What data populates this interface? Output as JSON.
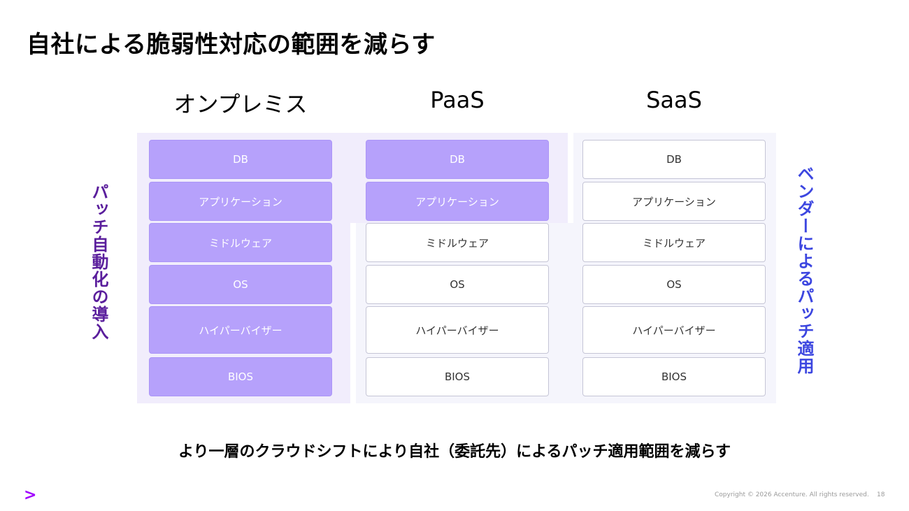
{
  "title": "自社による脆弱性対応の範囲を減らす",
  "columns": [
    {
      "header": "オンプレミス",
      "layers": [
        {
          "label": "DB",
          "style": "filled"
        },
        {
          "label": "アプリケーション",
          "style": "filled"
        },
        {
          "label": "ミドルウェア",
          "style": "filled"
        },
        {
          "label": "OS",
          "style": "filled"
        },
        {
          "label": "ハイパーバイザー",
          "style": "filled"
        },
        {
          "label": "BIOS",
          "style": "filled"
        }
      ]
    },
    {
      "header": "PaaS",
      "layers": [
        {
          "label": "DB",
          "style": "filled"
        },
        {
          "label": "アプリケーション",
          "style": "filled"
        },
        {
          "label": "ミドルウェア",
          "style": "outline"
        },
        {
          "label": "OS",
          "style": "outline"
        },
        {
          "label": "ハイパーバイザー",
          "style": "outline"
        },
        {
          "label": "BIOS",
          "style": "outline"
        }
      ]
    },
    {
      "header": "SaaS",
      "layers": [
        {
          "label": "DB",
          "style": "outline"
        },
        {
          "label": "アプリケーション",
          "style": "outline"
        },
        {
          "label": "ミドルウェア",
          "style": "outline"
        },
        {
          "label": "OS",
          "style": "outline"
        },
        {
          "label": "ハイパーバイザー",
          "style": "outline"
        },
        {
          "label": "BIOS",
          "style": "outline"
        }
      ]
    }
  ],
  "left_label": "パッチ自動化の導入",
  "right_label": "ベンダーによるパッチ適用",
  "bottom_message": "より一層のクラウドシフトにより自社（委託先）によるパッチ適用範囲を減らす",
  "logo_glyph": ">",
  "copyright": "Copyright © 2026 Accenture. All rights reserved.",
  "page_number": "18",
  "colors": {
    "filled_block": "#b6a1fb",
    "purple_panel": "#f1edfc",
    "blue_panel": "#f5f5fc",
    "left_label": "#5a1e9c",
    "right_label": "#3c46e0",
    "accent": "#a100ff"
  }
}
